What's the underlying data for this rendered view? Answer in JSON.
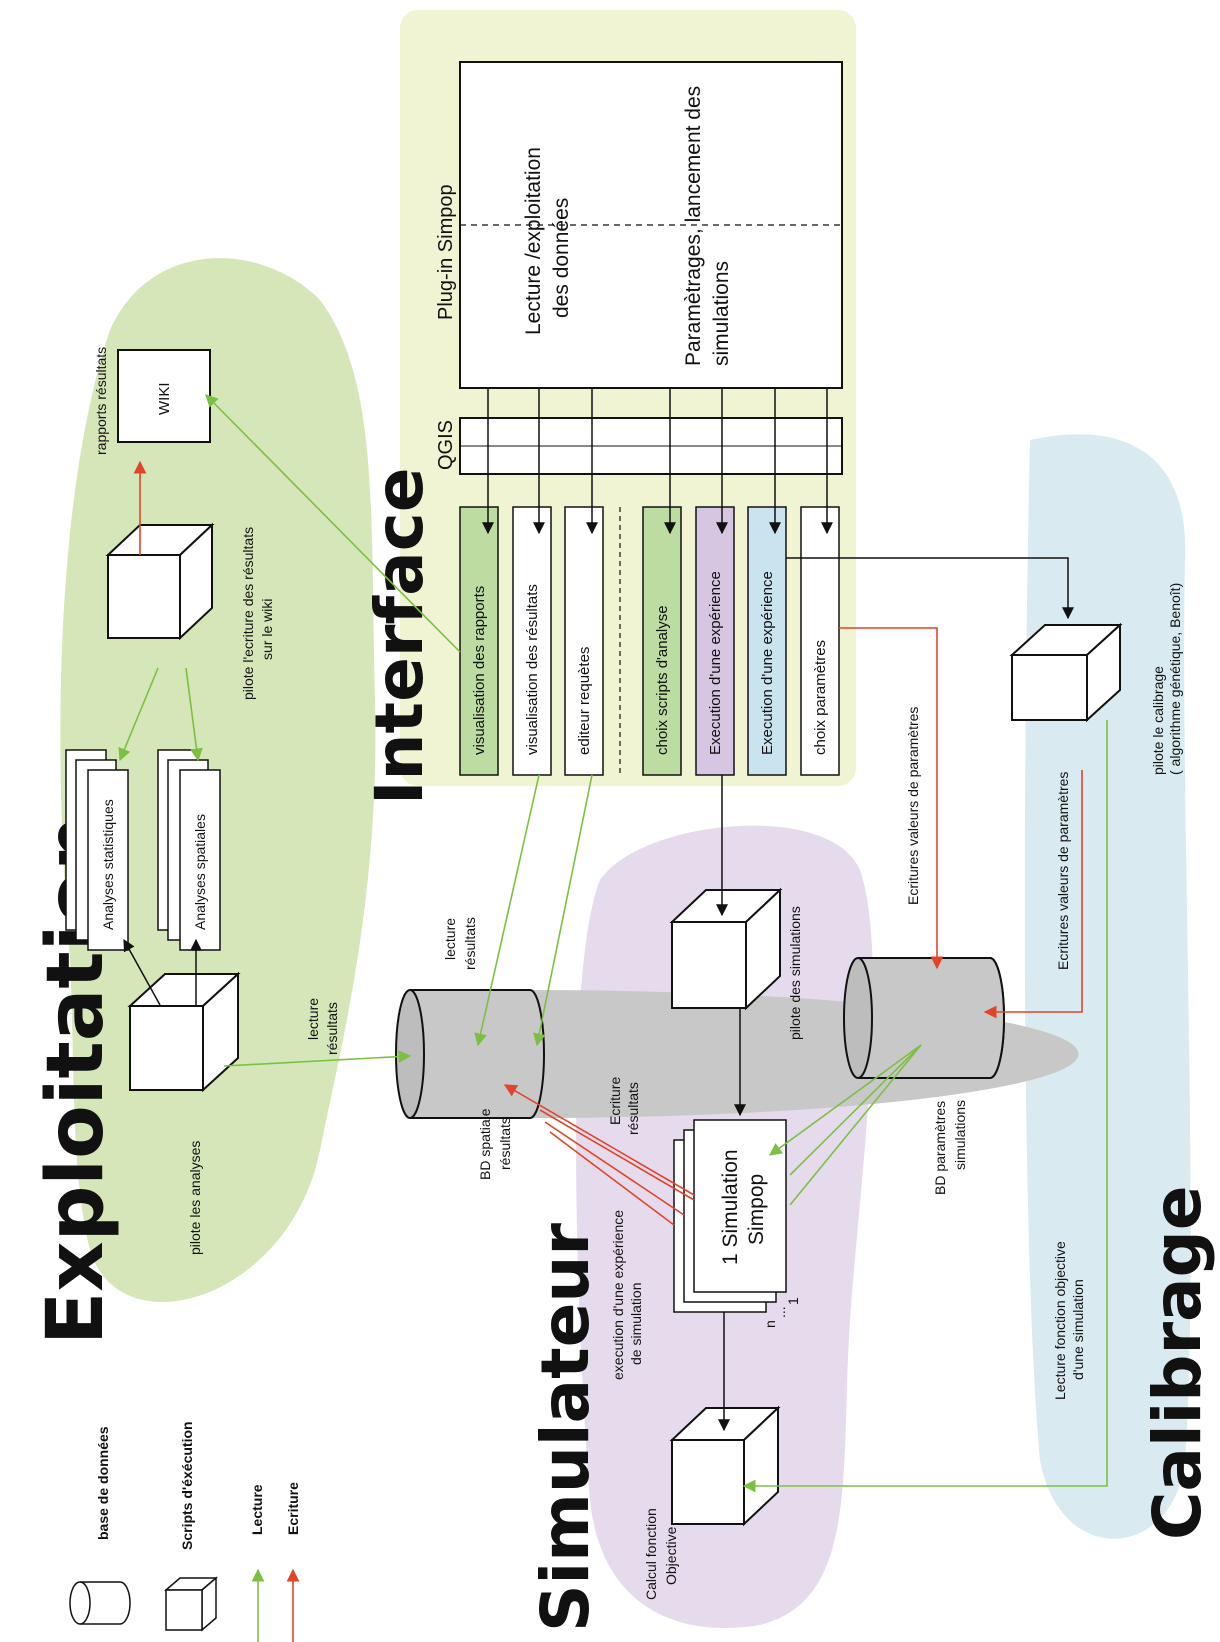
{
  "sections": {
    "exploitation": "Exploitation",
    "interface": "Interface",
    "simulateur": "Simulateur",
    "calibrage": "Calibrage"
  },
  "interface": {
    "plugin_title": "Plug-in Simpop",
    "plugin_top": [
      "Lecture /exploitation",
      "des données"
    ],
    "plugin_bottom": [
      "Paramètrages, lancement des",
      "simulations"
    ],
    "qgis": "QGIS",
    "buttons": [
      {
        "label": "visualisation des rapports",
        "color": "#bcdca2"
      },
      {
        "label": "visualisation des résultats",
        "color": "#ffffff"
      },
      {
        "label": "editeur requètes",
        "color": "#ffffff"
      },
      {
        "label": "choix scripts d'analyse",
        "color": "#bcdca2"
      },
      {
        "label": "Execution d'une expérience",
        "color": "#d6c6e2"
      },
      {
        "label": "Execution d'une expérience",
        "color": "#c9e3ef"
      },
      {
        "label": "choix paramètres",
        "color": "#ffffff"
      }
    ]
  },
  "exploitation": {
    "wiki": "WIKI",
    "rapports": "rapports résultats",
    "pilote_wiki": [
      "pilote l'ecriture des résultats",
      "sur le wiki"
    ],
    "analyses_stat": "Analyses statistiques",
    "analyses_spat": "Analyses spatiales",
    "pilote_analyses": "pilote les analyses",
    "lecture1": [
      "lecture",
      "résultats"
    ]
  },
  "simulateur": {
    "lecture2": [
      "lecture",
      "résultats"
    ],
    "bd_spatiale": [
      "BD spatiale",
      "résultats"
    ],
    "ecriture": [
      "Ecriture",
      "résultats"
    ],
    "execution": [
      "execution d'une expérience",
      "de simulation"
    ],
    "simulation": [
      "1 Simulation",
      "Simpop"
    ],
    "n_label": "n",
    "dots_label": "...",
    "one_label": "1",
    "pilote_sim": "pilote des simulations",
    "calcul": [
      "Calcul fonction",
      "Objective"
    ]
  },
  "calibrage": {
    "ecritures1": "Ecritures valeurs de paramètres",
    "ecritures2": "Ecritures valeurs de paramètres",
    "bd_param": [
      "BD paramètres",
      "simulations"
    ],
    "pilote_cal": [
      "pilote le calibrage",
      "( algorithme génétique, Benoît)"
    ],
    "lecture_fonction": [
      "Lecture fonction objective",
      "d'une simulation"
    ]
  },
  "legend": {
    "db": "base de données",
    "scripts": "Scripts d'éxécution",
    "lecture": "Lecture",
    "ecriture": "Ecriture"
  },
  "colors": {
    "exploitation": "#d5e6b8",
    "interface": "#f1f4d2",
    "simulateur": "#e6dbec",
    "calibrage": "#d9ebf1",
    "read_arrow": "#7bc043",
    "write_arrow": "#e0452a",
    "cylinder": "#c8c8c8"
  }
}
